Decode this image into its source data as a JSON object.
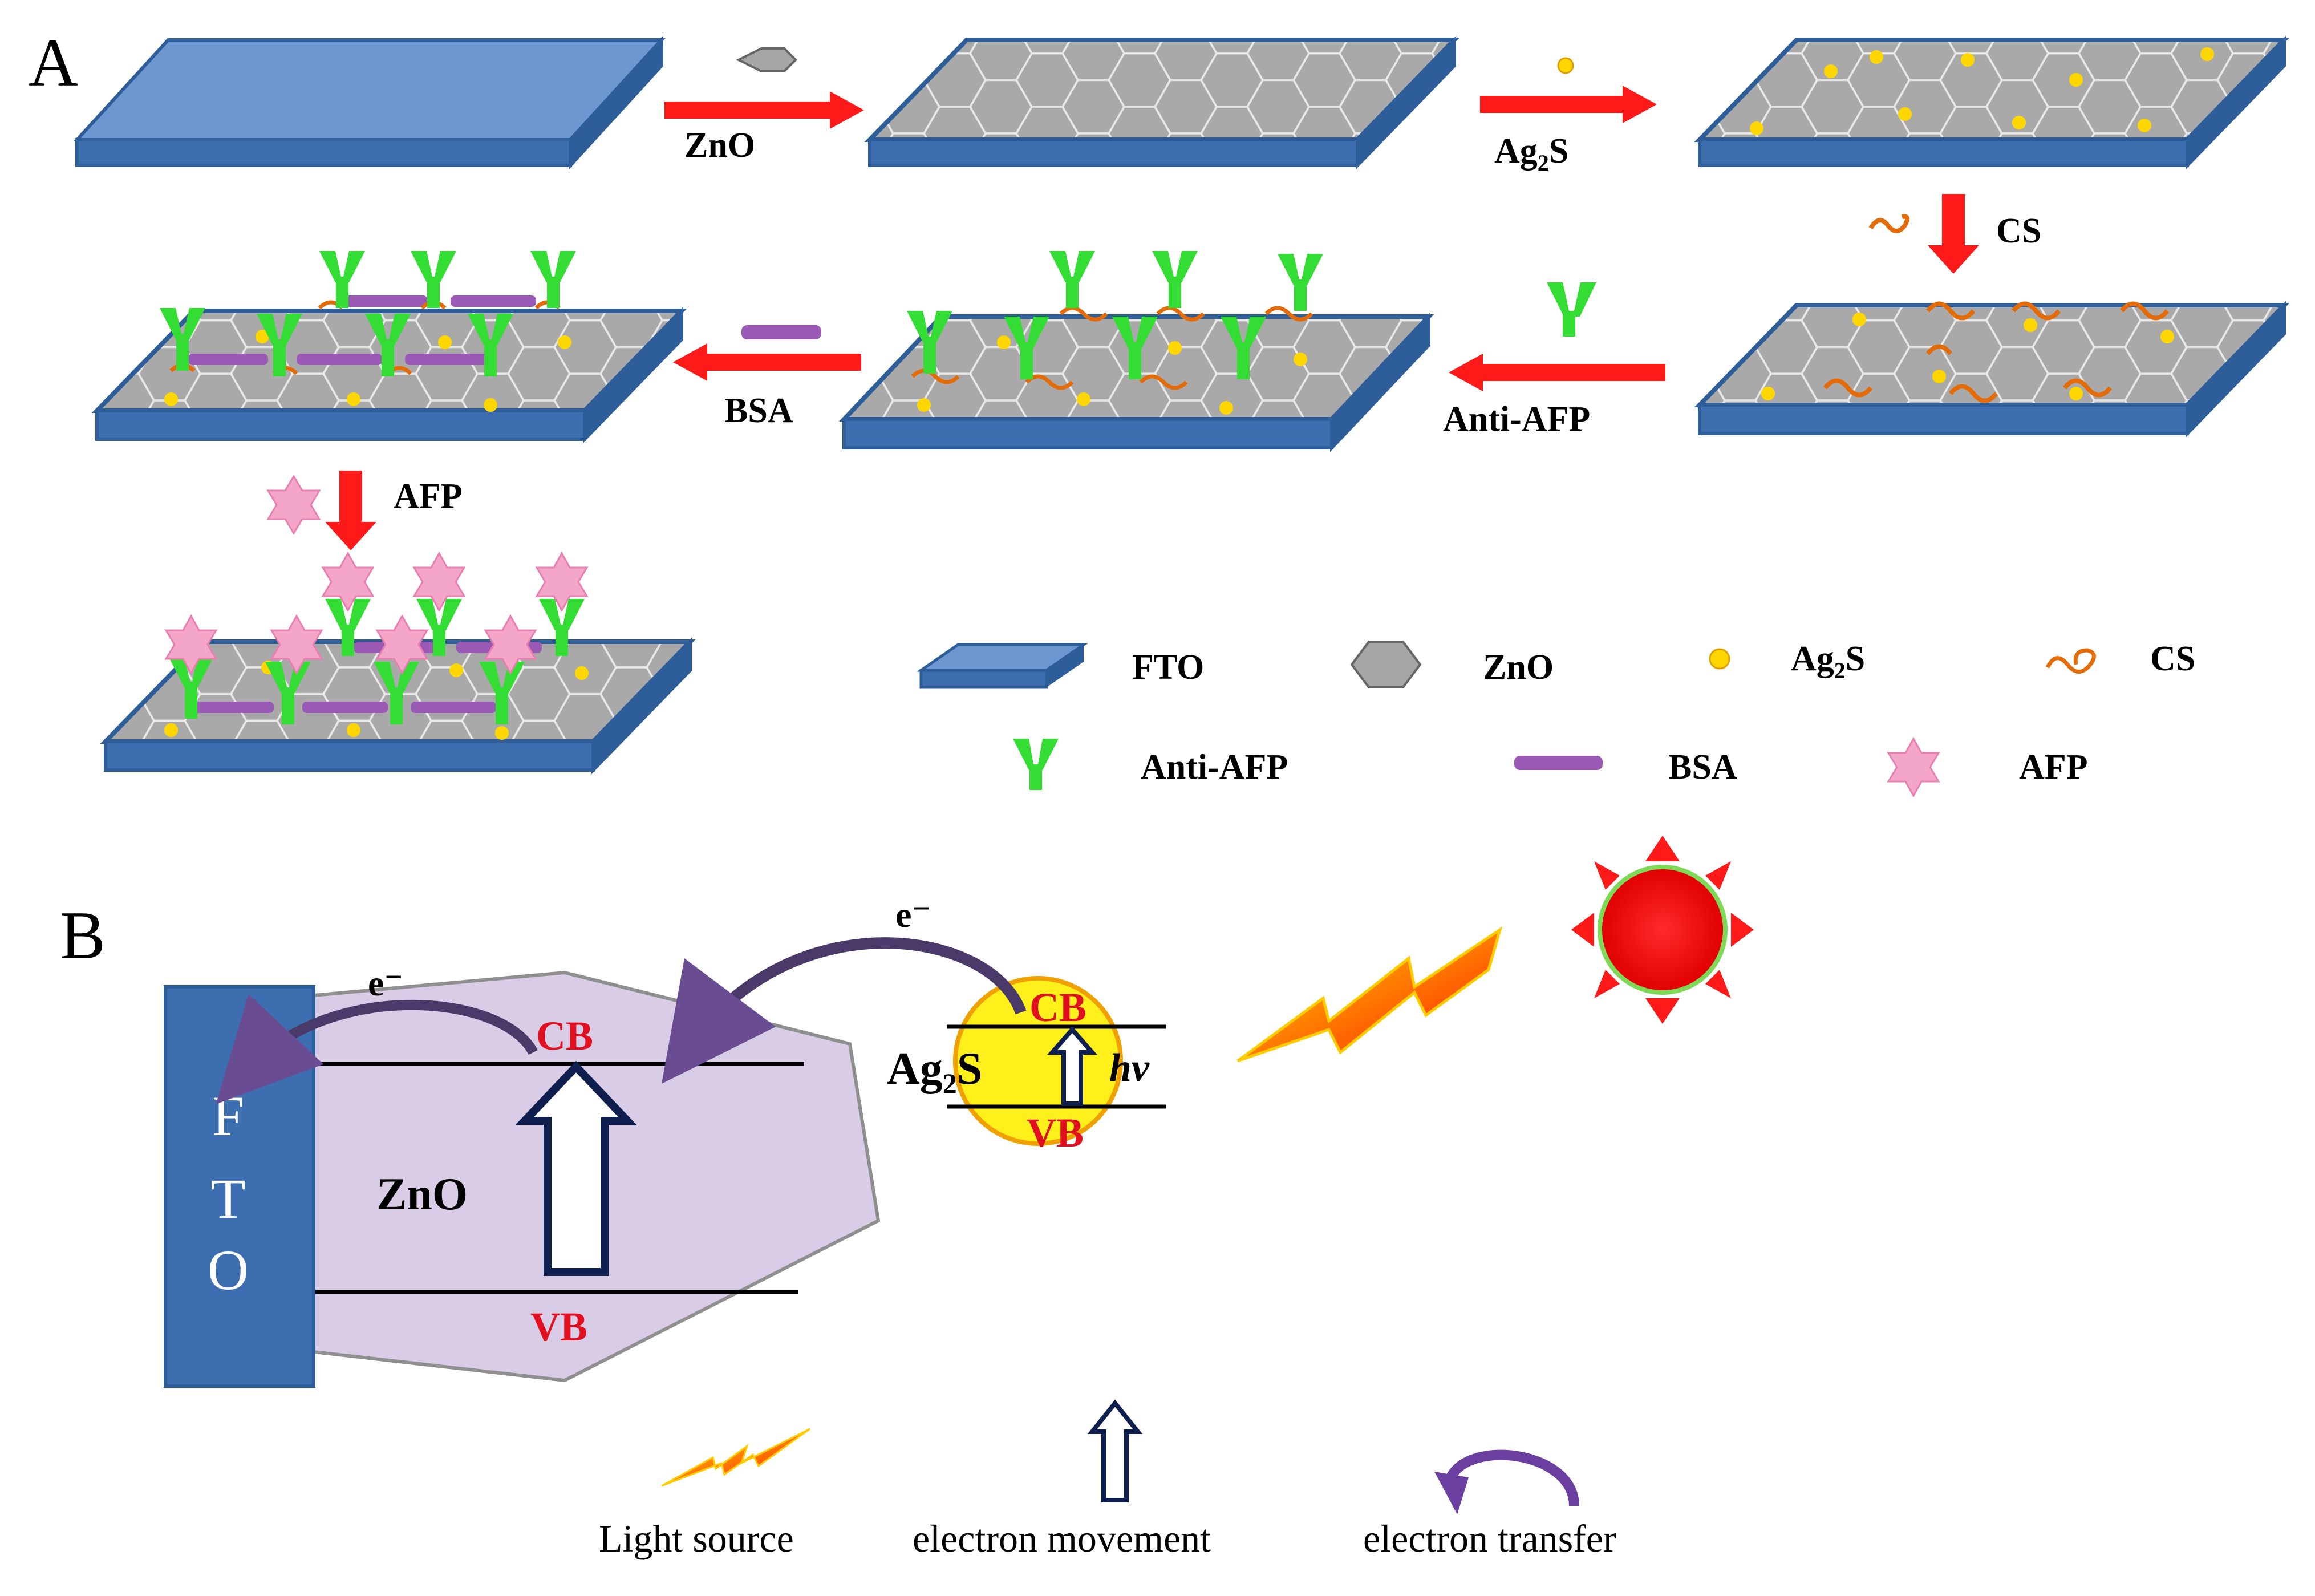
{
  "panels": {
    "a_label": "A",
    "b_label": "B"
  },
  "steps": {
    "zno": "ZnO",
    "ag2s_main": "Ag",
    "ag2s_sub": "2",
    "ag2s_tail": "S",
    "cs": "CS",
    "anti_afp": "Anti-AFP",
    "bsa": "BSA",
    "afp": "AFP"
  },
  "legend_a": {
    "fto": "FTO",
    "zno": "ZnO",
    "ag2s_main": "Ag",
    "ag2s_sub": "2",
    "ag2s_tail": "S",
    "cs": "CS",
    "anti_afp": "Anti-AFP",
    "bsa": "BSA",
    "afp": "AFP"
  },
  "mechanism": {
    "fto_letters": [
      "F",
      "T",
      "O"
    ],
    "zno": "ZnO",
    "zno_cb": "CB",
    "zno_vb": "VB",
    "ag_cb": "CB",
    "ag_vb": "VB",
    "ag_main": "Ag",
    "ag_sub": "2",
    "ag_tail": "S",
    "hv": "hν",
    "electron_1": "e⁻",
    "electron_2": "e⁻"
  },
  "legend_b": {
    "light": "Light source",
    "movement": "electron movement",
    "transfer": "electron transfer"
  },
  "colors": {
    "fto_blue": "#4f81bd",
    "zno_gray": "#a6a6a6",
    "ag2s_yellow": "#ffd700",
    "cs_orange": "#e36c09",
    "antibody_green": "#33dd33",
    "bsa_purple": "#9b59b6",
    "afp_pink": "#f4a6c8",
    "arrow_red": "#ff1a1a",
    "hex_lavender": "#d8cce6",
    "transfer_purple": "#6a4c93"
  }
}
